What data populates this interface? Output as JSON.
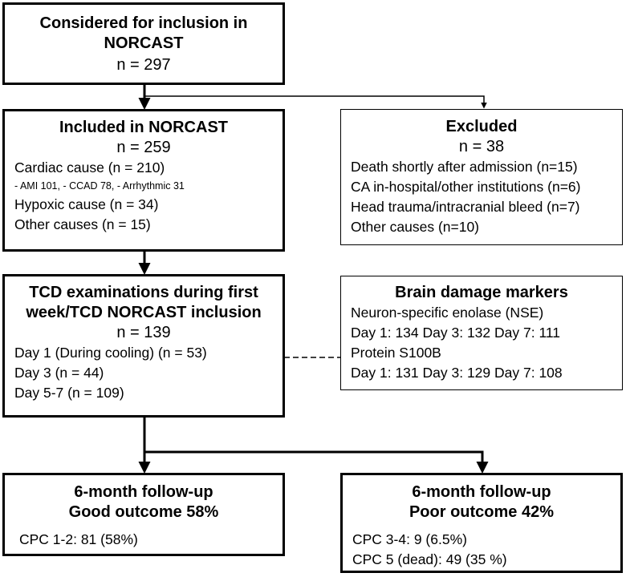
{
  "boxes": {
    "considered": {
      "title_line1": "Considered for inclusion in",
      "title_line2": "NORCAST",
      "count": "n = 297"
    },
    "included": {
      "title": "Included in NORCAST",
      "count": "n = 259",
      "items": [
        "Cardiac cause (n = 210)",
        "- AMI 101, - CCAD 78, - Arrhythmic 31",
        "Hypoxic cause (n = 34)",
        "Other causes (n = 15)"
      ]
    },
    "excluded": {
      "title": "Excluded",
      "count": "n = 38",
      "items": [
        "Death shortly after admission (n=15)",
        "CA in-hospital/other institutions (n=6)",
        "Head trauma/intracranial bleed (n=7)",
        "Other causes (n=10)"
      ]
    },
    "tcd": {
      "title_line1": "TCD examinations during first",
      "title_line2": "week/TCD NORCAST inclusion",
      "count": "n = 139",
      "items": [
        "Day 1 (During cooling) (n = 53)",
        "Day 3 (n = 44)",
        "Day 5-7 (n = 109)"
      ]
    },
    "markers": {
      "title": "Brain damage markers",
      "items": [
        "Neuron-specific enolase (NSE)",
        "Day 1: 134 Day 3: 132 Day 7: 111",
        "Protein S100B",
        "Day 1: 131 Day 3: 129 Day 7: 108"
      ]
    },
    "good": {
      "title_line1": "6-month follow-up",
      "title_line2": "Good outcome 58%",
      "items": [
        "CPC 1-2: 81 (58%)"
      ]
    },
    "poor": {
      "title_line1": "6-month follow-up",
      "title_line2": "Poor outcome 42%",
      "items": [
        "CPC 3-4: 9 (6.5%)",
        "CPC 5 (dead): 49 (35 %)"
      ]
    }
  }
}
